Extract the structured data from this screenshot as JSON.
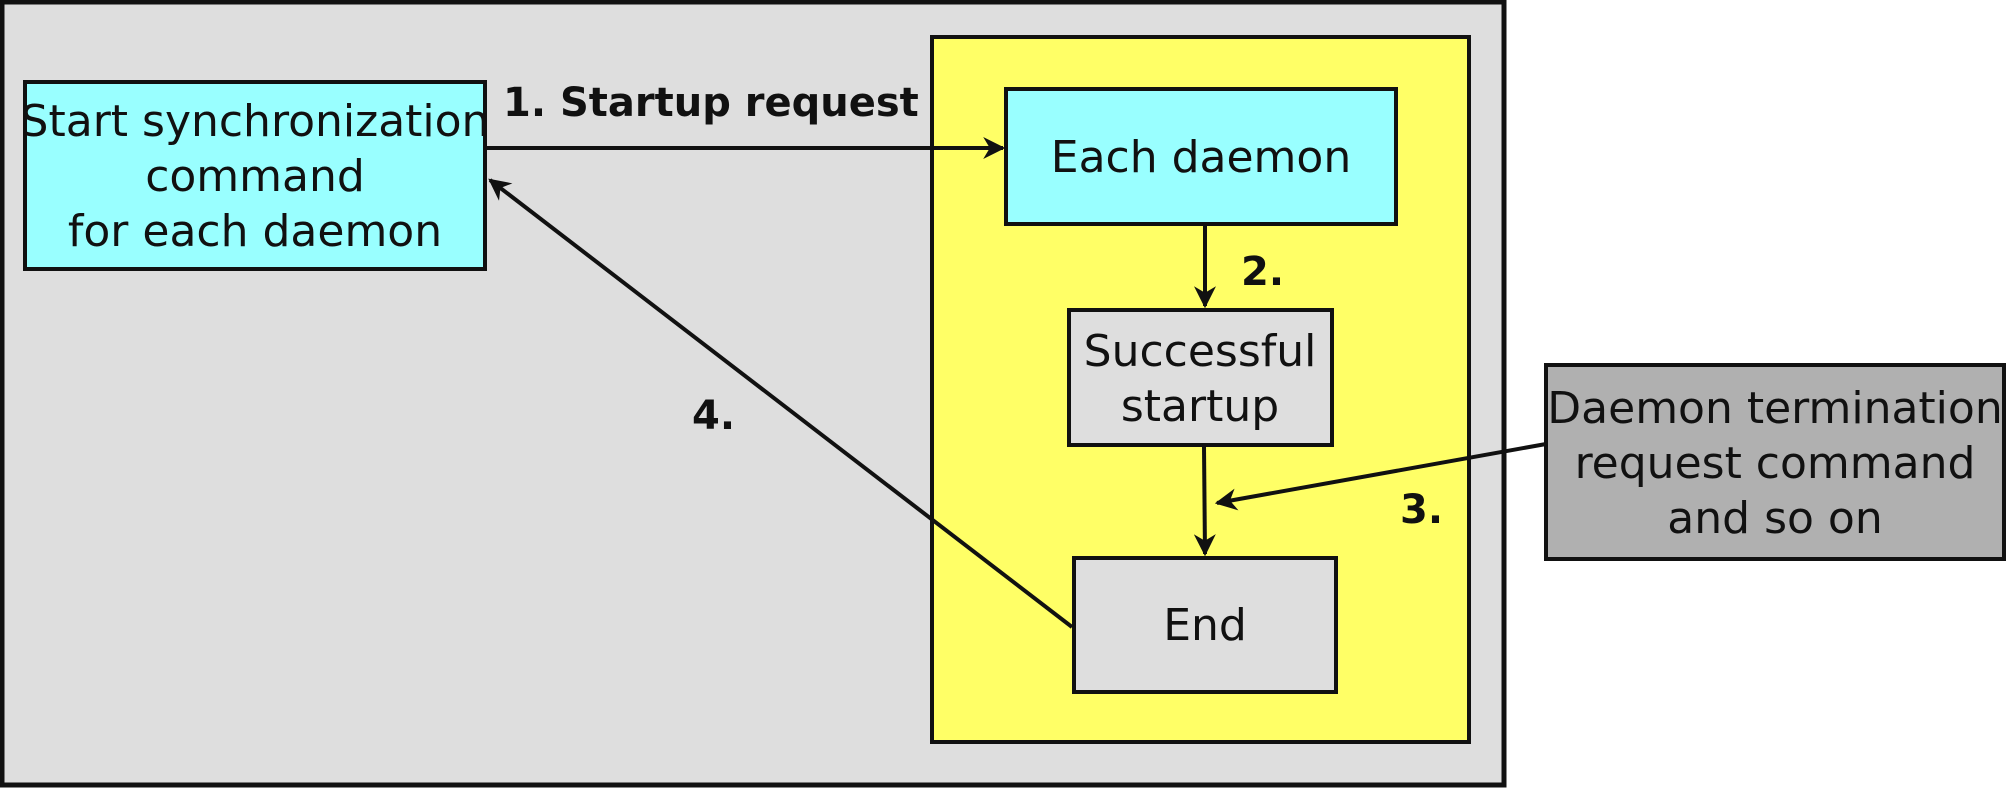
{
  "colors": {
    "canvas_background": "#dedede",
    "daemon_area_background": "#ffff66",
    "highlight_box": "#99ffff",
    "state_box": "#dedede",
    "external_box": "#b0b0b0",
    "line": "#111111"
  },
  "boxes": {
    "start_command": {
      "line1": "Start synchronization",
      "line2": "command",
      "line3": "for each daemon"
    },
    "each_daemon": {
      "label": "Each daemon"
    },
    "successful_startup": {
      "line1": "Successful",
      "line2": "startup"
    },
    "end": {
      "label": "End"
    },
    "termination_request": {
      "line1": "Daemon termination",
      "line2": "request command",
      "line3": "and so on"
    }
  },
  "steps": {
    "step1": "1. Startup request",
    "step2": "2.",
    "step3": "3.",
    "step4": "4."
  }
}
